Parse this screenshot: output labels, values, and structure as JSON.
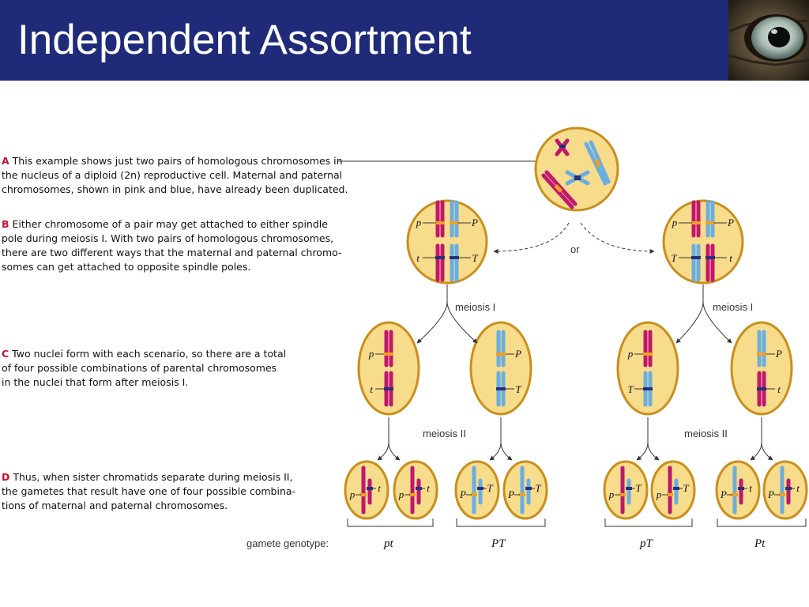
{
  "slide": {
    "title": "Independent Assortment"
  },
  "steps": [
    {
      "letter": "A",
      "lines": [
        "This example shows just two pairs of homologous chromosomes in",
        "the nucleus of a diploid (2n) reproductive cell. Maternal and paternal",
        "chromosomes, shown in pink and blue, have already been duplicated."
      ]
    },
    {
      "letter": "B",
      "lines": [
        "Either chromosome of a pair may get attached to either spindle",
        "pole during meiosis I. With two pairs of homologous chromosomes,",
        "there are two different ways that the maternal and paternal chromo-",
        "somes can get attached to opposite spindle poles."
      ]
    },
    {
      "letter": "C",
      "lines": [
        "Two nuclei form with each scenario, so there are a total",
        "of four possible combinations of parental chromosomes",
        "in the nuclei that form after meiosis I."
      ]
    },
    {
      "letter": "D",
      "lines": [
        "Thus, when sister chromatids separate during meiosis II,",
        "the gametes that result have one of four possible combina-",
        "tions of maternal and paternal chromosomes."
      ]
    }
  ],
  "labels": {
    "or": "or",
    "meiosis_1": "meiosis I",
    "meiosis_2": "meiosis II",
    "gamete_genotype": "gamete genotype:"
  },
  "genes": {
    "P_dominant": "P",
    "p_recessive": "p",
    "T_dominant": "T",
    "t_recessive": "t"
  },
  "genotypes": [
    "pt",
    "PT",
    "pT",
    "Pt"
  ],
  "colors": {
    "header": "#1f2a78",
    "maternal_pink": "#c0176f",
    "paternal_blue": "#6aaee0",
    "nucleus_fill": "#f7dc8c",
    "nucleus_border": "#c98f1e",
    "step_letter": "#c8102e",
    "P_band": "#f2a01e",
    "T_band": "#2a2f7a"
  },
  "icons": {
    "eye": "eye-photo"
  }
}
